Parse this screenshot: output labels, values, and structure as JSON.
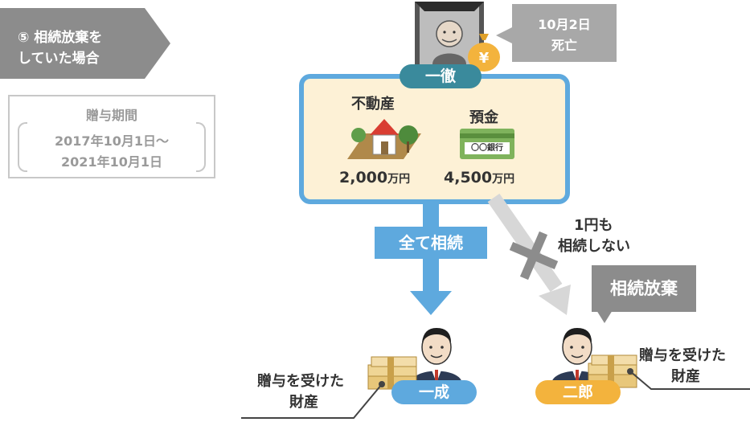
{
  "case_tag": {
    "line1": "⑤ 相続放棄を",
    "line2": "していた場合"
  },
  "gift_period": {
    "title": "贈与期間",
    "start": "2017年10月1日〜",
    "end": "2021年10月1日"
  },
  "deceased": {
    "name": "一徹",
    "note_line1": "10月2日",
    "note_line2": "死亡"
  },
  "estate": {
    "real_estate": {
      "label": "不動産",
      "amount": "2,000",
      "unit": "万円"
    },
    "deposit": {
      "label": "預金",
      "amount": "4,500",
      "unit": "万円",
      "bankbook_text": "〇〇銀行"
    }
  },
  "inherit_label": "全て相続",
  "no_inherit": {
    "line1": "1円も",
    "line2": "相続しない"
  },
  "renounce_label": "相続放棄",
  "heirs": {
    "first": {
      "name": "一成",
      "gift_line1": "贈与を受けた",
      "gift_line2": "財産"
    },
    "second": {
      "name": "二郎",
      "gift_line1": "贈与を受けた",
      "gift_line2": "財産"
    }
  },
  "colors": {
    "blue": "#5ea9de",
    "teal": "#3a8a9c",
    "gold": "#f3b33d",
    "gray": "#999999",
    "cream": "#fdf1d6"
  }
}
